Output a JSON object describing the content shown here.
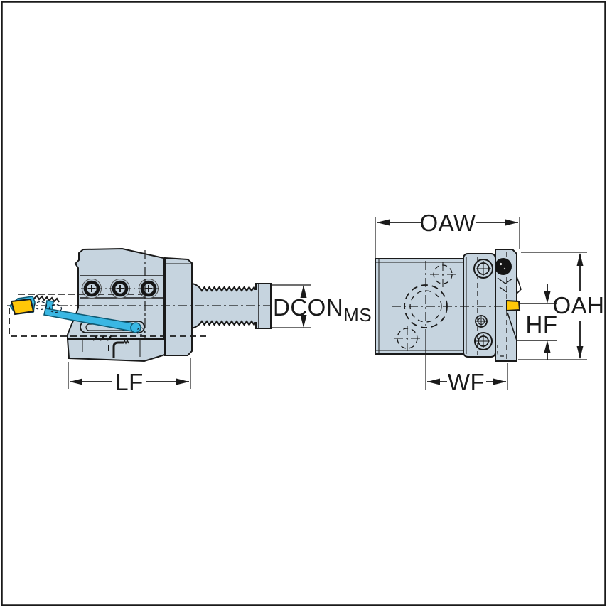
{
  "views": {
    "side": {
      "dimensions": {
        "dcon": "DCON",
        "dcon_sub": "MS",
        "lf": "LF"
      }
    },
    "front": {
      "dimensions": {
        "oaw": "OAW",
        "oah": "OAH",
        "hf": "HF",
        "wf": "WF"
      }
    }
  },
  "colors": {
    "body": "#c6d4df",
    "blade": "#3ab7e3",
    "insert": "#ffc708",
    "line": "#1a1a1a",
    "background": "#ffffff"
  }
}
